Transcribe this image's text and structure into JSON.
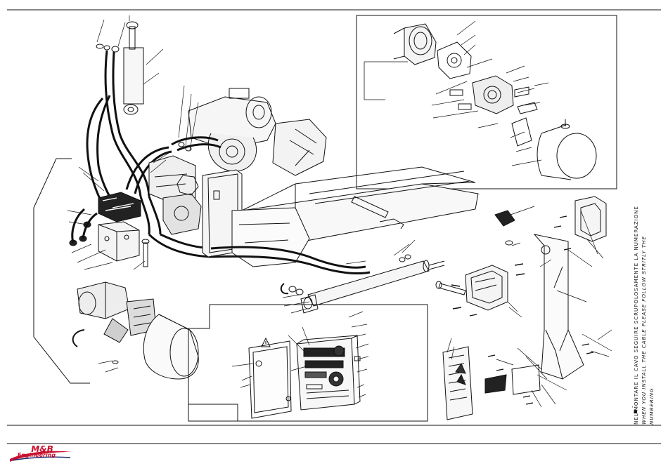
{
  "drawing": {
    "notes": {
      "line1": "NEL MONTARE IL CAVO SEGUIRE SCRUPOLOSAMENTE LA NUMERAZIONE",
      "line2": "WHEN YOU INSTALL THE CABLE PLEASE FOLLOW STRITLY THE NUMBERING"
    },
    "margin_mark": "▪ ˙"
  },
  "footer": {
    "logo_main": "M&B",
    "logo_sub": "Engineering",
    "logo_color": "#c8102e"
  },
  "colors": {
    "line": "#111111",
    "background": "#ffffff"
  }
}
